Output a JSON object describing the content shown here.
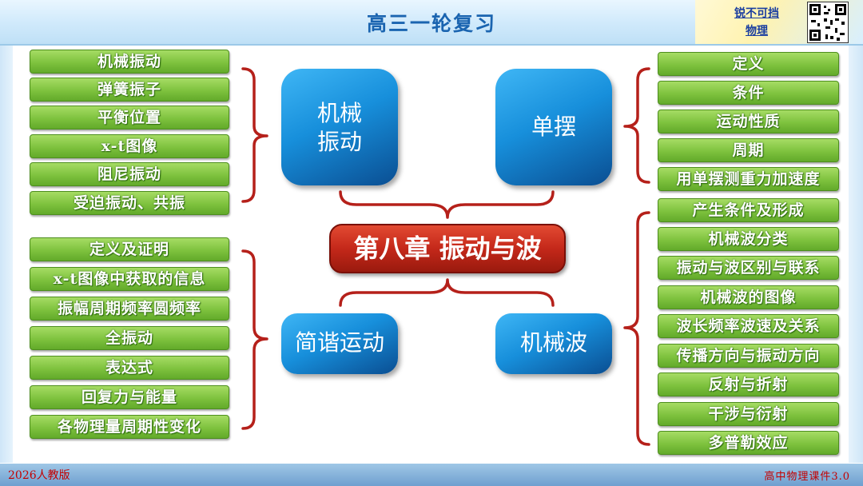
{
  "header": {
    "title": "高三一轮复习",
    "brand_line1": "锐不可挡",
    "brand_line2": "物理"
  },
  "footer": {
    "left": "2026人教版",
    "right": "高中物理课件3.0"
  },
  "center": {
    "label": "第八章 振动与波"
  },
  "topics": {
    "mechanical_vibration": {
      "line1": "机械",
      "line2": "振动"
    },
    "pendulum": {
      "label": "单摆"
    },
    "shm": {
      "label": "简谐运动"
    },
    "mechanical_wave": {
      "label": "机械波"
    }
  },
  "lists": {
    "mechanical_vibration": [
      "机械振动",
      "弹簧振子",
      "平衡位置",
      "x-t图像",
      "阻尼振动",
      "受迫振动、共振"
    ],
    "shm": [
      "定义及证明",
      "x-t图像中获取的信息",
      "振幅周期频率圆频率",
      "全振动",
      "表达式",
      "回复力与能量",
      "各物理量周期性变化"
    ],
    "pendulum": [
      "定义",
      "条件",
      "运动性质",
      "周期",
      "用单摆测重力加速度"
    ],
    "mechanical_wave": [
      "产生条件及形成",
      "机械波分类",
      "振动与波区别与联系",
      "机械波的图像",
      "波长频率波速及关系",
      "传播方向与振动方向",
      "反射与折射",
      "干涉与衍射",
      "多普勒效应"
    ]
  },
  "colors": {
    "item_green": "#7ec23e",
    "topic_blue": "#178fdb",
    "center_red": "#c4281a",
    "brace_red": "#b5201a"
  }
}
